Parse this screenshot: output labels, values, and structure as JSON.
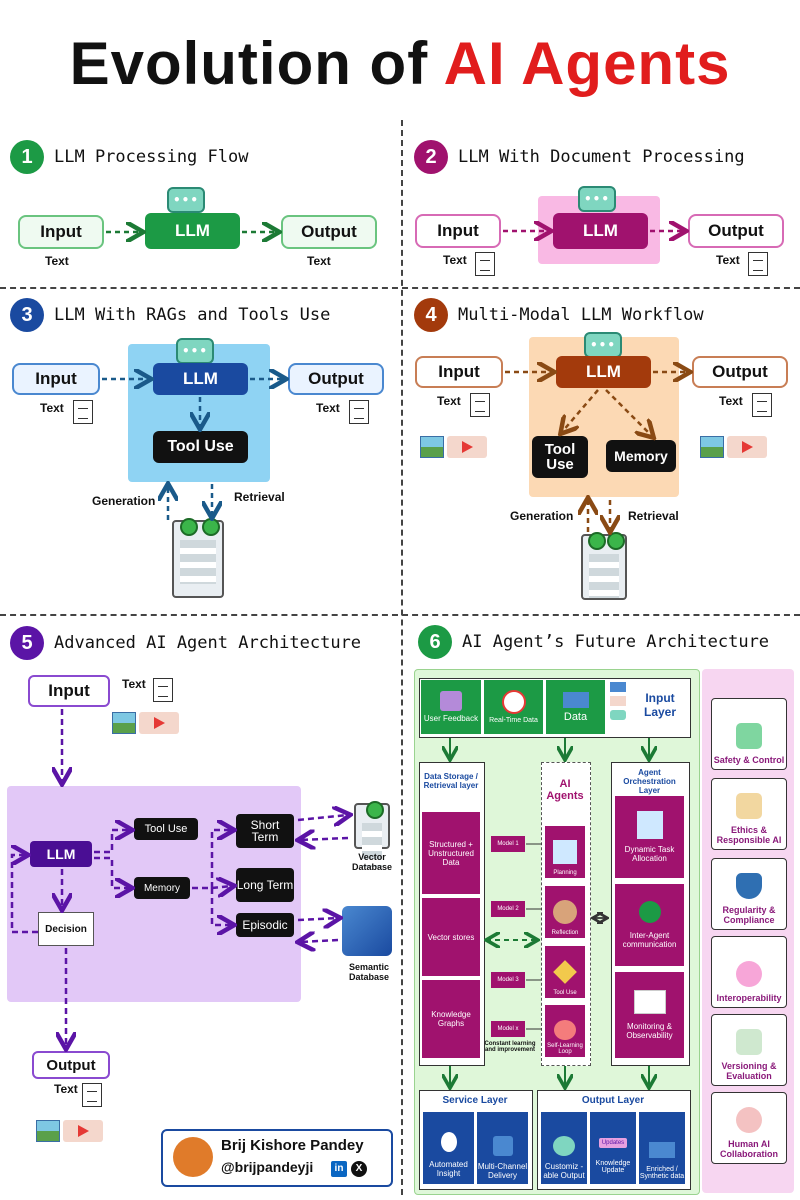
{
  "title": {
    "part1": "Evolution of",
    "part2": "AI Agents"
  },
  "colors": {
    "green": "#1c9a45",
    "magenta": "#a0126e",
    "blue": "#1a4aa0",
    "brown": "#a33a0c",
    "purple": "#5b14a6",
    "red": "#e11d1d"
  },
  "labels": {
    "text": "Text",
    "generation": "Generation",
    "retrieval": "Retrieval"
  },
  "s1": {
    "num": "1",
    "title": "LLM Processing Flow",
    "input": "Input",
    "llm": "LLM",
    "output": "Output"
  },
  "s2": {
    "num": "2",
    "title": "LLM With Document Processing",
    "input": "Input",
    "llm": "LLM",
    "output": "Output"
  },
  "s3": {
    "num": "3",
    "title": "LLM With RAGs and Tools Use",
    "input": "Input",
    "llm": "LLM",
    "output": "Output",
    "tool": "Tool Use"
  },
  "s4": {
    "num": "4",
    "title": "Multi-Modal LLM Workflow",
    "input": "Input",
    "llm": "LLM",
    "output": "Output",
    "tool": "Tool Use",
    "memory": "Memory"
  },
  "s5": {
    "num": "5",
    "title": "Advanced AI Agent Architecture",
    "input": "Input",
    "llm": "LLM",
    "output": "Output",
    "decision": "Decision",
    "tool": "Tool Use",
    "memory": "Memory",
    "short": "Short Term",
    "long": "Long Term",
    "episodic": "Episodic",
    "vector_db": "Vector Database",
    "semantic_db": "Semantic Database"
  },
  "s6": {
    "num": "6",
    "title": "AI Agent’s Future Architecture",
    "inputs": [
      "User Feedback",
      "Real-Time Data",
      "Data"
    ],
    "input_layer": "Input Layer",
    "storage": {
      "title": "Data Storage / Retrieval layer",
      "items": [
        "Structured + Unstructured Data",
        "Vector stores",
        "Knowledge Graphs"
      ]
    },
    "agents": {
      "title": "AI Agents",
      "models": [
        "Model 1",
        "Model 2",
        "Model 3",
        "Model x"
      ],
      "steps": [
        "Planning",
        "Reflection",
        "Tool Use",
        "Self-Learning Loop"
      ],
      "note": "Constant learning and improvement"
    },
    "orchestration": {
      "title": "Agent Orchestration Layer",
      "items": [
        "Dynamic Task Allocation",
        "Inter-Agent communication",
        "Monitoring & Observability"
      ]
    },
    "service": {
      "title": "Service Layer",
      "items": [
        "Automated Insight",
        "Multi-Channel Delivery"
      ]
    },
    "output": {
      "title": "Output Layer",
      "items": [
        "Customiz -able Output",
        "Knowledge Update",
        "Enriched / Synthetic data"
      ],
      "badge": "Updates"
    },
    "side": [
      "Safety & Control",
      "Ethics & Responsible AI",
      "Regularity & Compliance",
      "Interoperability",
      "Versioning & Evaluation",
      "Human AI Collaboration"
    ]
  },
  "author": {
    "name": "Brij Kishore Pandey",
    "handle": "@brijpandeyji",
    "linkedin": "in",
    "x": "X"
  }
}
